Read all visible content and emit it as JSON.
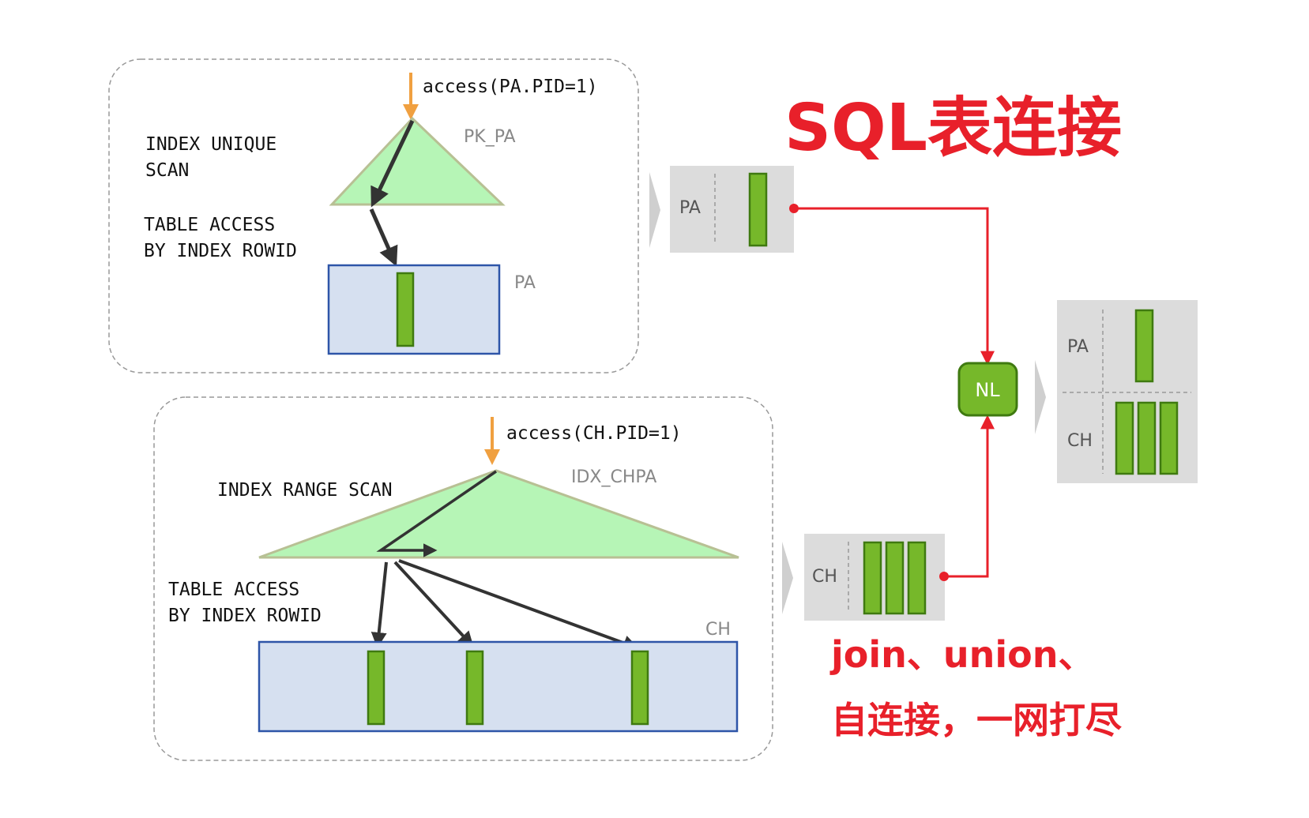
{
  "title": "SQL表连接",
  "subtitle_line1": "join、union、",
  "subtitle_line2": "自连接，一网打尽",
  "colors": {
    "title_red": "#e8202a",
    "join_line_red": "#e8202a",
    "arrow_orange": "#f0a040",
    "index_green": "#b6f5b6",
    "index_border": "#b8c094",
    "table_fill": "#d6e0f0",
    "table_border": "#2e55a8",
    "row_green": "#76b82a",
    "row_border": "#3f7a10",
    "nl_fill": "#76b82a",
    "panel_gray": "#dcdcdc",
    "label_gray": "#888888"
  },
  "top_box": {
    "access_label": "access(PA.PID=1)",
    "index_name": "PK_PA",
    "op_index_line1": "INDEX UNIQUE",
    "op_index_line2": "SCAN",
    "op_table_line1": "TABLE ACCESS",
    "op_table_line2": "BY INDEX ROWID",
    "table_name": "PA"
  },
  "bottom_box": {
    "access_label": "access(CH.PID=1)",
    "index_name": "IDX_CHPA",
    "op_index": "INDEX RANGE SCAN",
    "op_table_line1": "TABLE ACCESS",
    "op_table_line2": "BY INDEX ROWID",
    "table_name": "CH"
  },
  "pa_result": {
    "label": "PA",
    "rows": 1
  },
  "ch_result": {
    "label": "CH",
    "rows": 3
  },
  "nl_node": {
    "label": "NL"
  },
  "join_result": {
    "pa_label": "PA",
    "pa_rows": 1,
    "ch_label": "CH",
    "ch_rows": 3
  }
}
